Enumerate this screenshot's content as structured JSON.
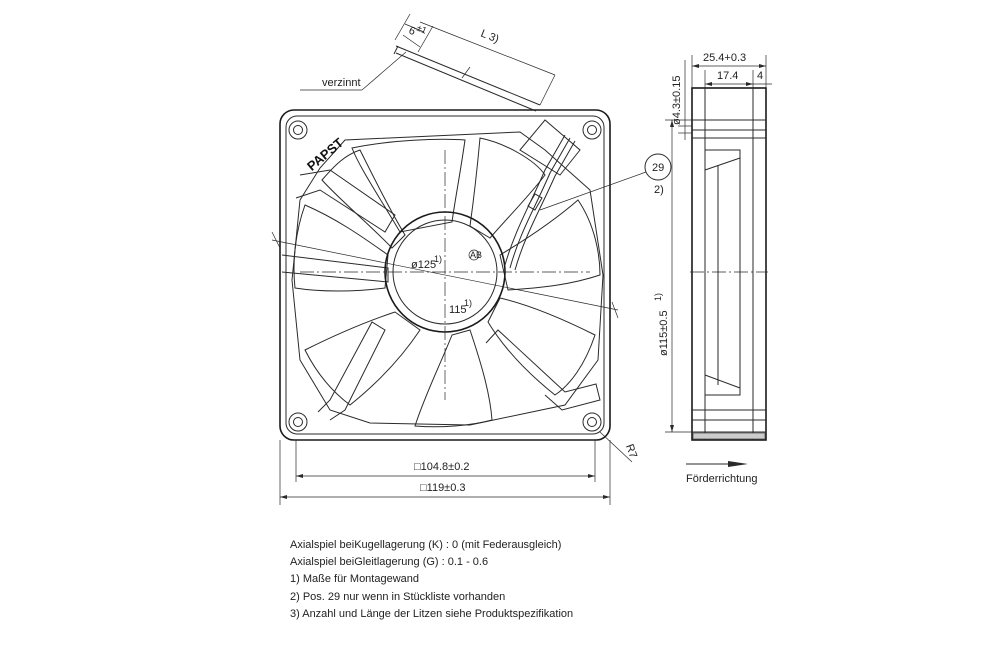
{
  "drawing": {
    "logo_text": "PAPST",
    "labels": {
      "tinned": "verzinnt",
      "lead_length": "L 3)",
      "lead_strip": "6",
      "lead_strip_note": "±1",
      "hub_dia": "ø125",
      "hub_dia_note": "1)",
      "hole_spacing": "115",
      "hole_spacing_note": "1)",
      "inner_square": "□104.8±0.2",
      "outer_square": "□119±0.3",
      "corner_radius": "R7",
      "position_number": "29",
      "position_note": "2)",
      "width": "25.4+0.3",
      "width_a": "17.4",
      "width_b": "4",
      "hole_dia": "ø4.3±0.15",
      "flange_dia": "ø115±0.5",
      "flange_dia_note": "1)",
      "airflow_direction": "Förderrichtung",
      "ab_mark": "AB"
    }
  },
  "notes": [
    "Axialspiel beiKugellagerung (K) :  0 (mit Federausgleich)",
    "Axialspiel beiGleitlagerung  (G) :  0.1 - 0.6",
    "1) Maße für Montagewand",
    "2) Pos. 29 nur wenn in Stückliste vorhanden",
    "3) Anzahl und Länge der Litzen siehe Produktspezifikation"
  ]
}
